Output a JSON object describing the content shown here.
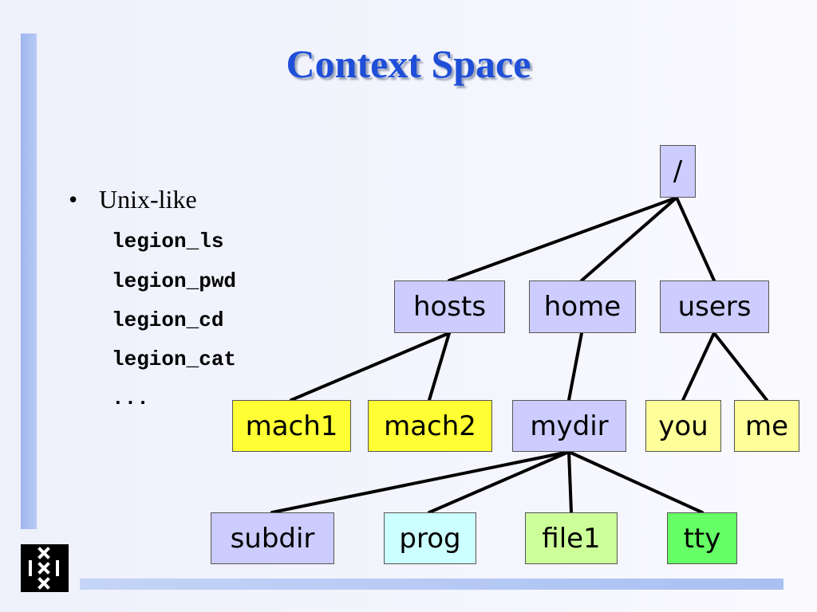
{
  "title": "Context Space",
  "bullet": {
    "marker": "•",
    "text": "Unix-like"
  },
  "commands": [
    "legion_ls",
    "legion_pwd",
    "legion_cd",
    "legion_cat",
    "..."
  ],
  "tree": {
    "root": "/",
    "level1": [
      "hosts",
      "home",
      "users"
    ],
    "level2": [
      "mach1",
      "mach2",
      "mydir",
      "you",
      "me"
    ],
    "level3": [
      "subdir",
      "prog",
      "file1",
      "tty"
    ]
  },
  "colors": {
    "title": "#1f4fd8",
    "node_default": "#ccccff",
    "mach": "#ffff33",
    "user": "#ffff99",
    "prog": "#ccffff",
    "file1": "#ccff99",
    "tty": "#66ff66"
  }
}
